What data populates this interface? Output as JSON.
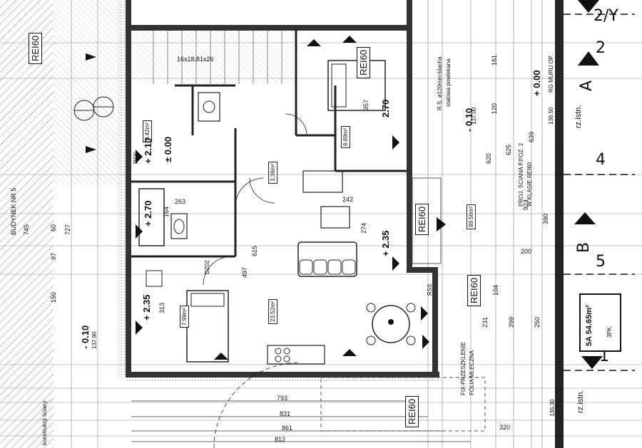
{
  "axes": {
    "a": "A",
    "b": "B",
    "n1": "1",
    "n2": "2",
    "n4": "4",
    "n5": "5",
    "y": "2/Y"
  },
  "rooms": {
    "living": "23.52m²",
    "bedroom": "7.99m²",
    "hall": "8.89m²",
    "kitchen": "3.36m²",
    "bath": "9.42m²",
    "loggia": "89.56m²"
  },
  "stamp": {
    "main": "5A 54.65m²",
    "sub": "3PK"
  },
  "levels": [
    "+ 2.35",
    "+ 2.70",
    "+ 2.10",
    "± 0.00",
    "- 0.10",
    "+ 2.35",
    "- 0.10",
    "+ 0.00",
    "2.70"
  ],
  "fire": [
    "REI60",
    "REI60",
    "REI60",
    "REI60",
    "REI60"
  ],
  "dims": {
    "d793": "793",
    "d831": "831",
    "d861": "861",
    "d812": "812",
    "d320": "320",
    "d615": "615",
    "d620": "620",
    "d625": "625",
    "d924": "924",
    "d639": "639",
    "d390": "390",
    "d250": "250",
    "d299": "299",
    "d231": "231",
    "d104": "104",
    "d200": "200",
    "d274": "274",
    "d242": "242",
    "d357": "357",
    "d161": "161",
    "d120": "120",
    "d313": "313",
    "d164": "164",
    "d263": "263",
    "d497": "497",
    "d745": "745",
    "d727": "727",
    "d150": "150",
    "d60": "60",
    "d97": "97"
  },
  "notes": {
    "building": "BUDYNEK NR 5",
    "wall": "PROJ. ŚCIANA P.POZ. 2",
    "wallclass": "W KLASIE REI60",
    "fix": "FIX-PRZESZKLENIE",
    "foil": "FOLIA MLECZNA",
    "rs": "R.S. ø120mm-blacha",
    "rs2": "stalowa powlekana",
    "istn": "rz.istn.",
    "istn2": "rz.istn.",
    "konstr": "konstrukcji ściany",
    "rg": "RG MURU OP.",
    "v13710": "137.00",
    "v13650": "136.50",
    "v13630": "136.30",
    "v13690": "137.90",
    "fsn": "RSN",
    "rss": "RSS",
    "dz": "DZ02",
    "stairs": "16x18.81x26"
  }
}
